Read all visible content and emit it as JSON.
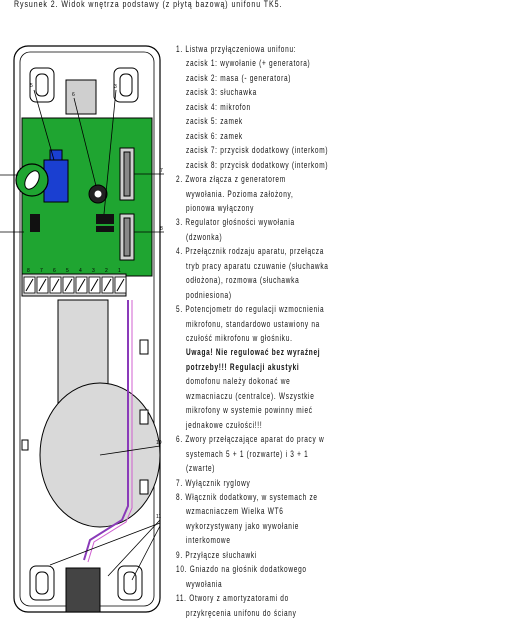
{
  "caption": "Rysunek 2. Widok wnętrza podstawy (z płytą bazową) unifonu TK5.",
  "legend": [
    {
      "text": "1. Listwa przyłączeniowa unifonu:",
      "indent": false,
      "bold": false
    },
    {
      "text": "zacisk 1: wywołanie (+ generatora)",
      "indent": true,
      "bold": false
    },
    {
      "text": "zacisk 2: masa (- generatora)",
      "indent": true,
      "bold": false
    },
    {
      "text": "zacisk 3: słuchawka",
      "indent": true,
      "bold": false
    },
    {
      "text": "zacisk 4: mikrofon",
      "indent": true,
      "bold": false
    },
    {
      "text": "zacisk 5: zamek",
      "indent": true,
      "bold": false
    },
    {
      "text": "zacisk 6: zamek",
      "indent": true,
      "bold": false
    },
    {
      "text": "zacisk 7: przycisk dodatkowy (interkom)",
      "indent": true,
      "bold": false
    },
    {
      "text": "zacisk 8: przycisk dodatkowy (interkom)",
      "indent": true,
      "bold": false
    },
    {
      "text": "2. Zwora złącza z generatorem",
      "indent": false,
      "bold": false
    },
    {
      "text": "wywołania. Pozioma założony,",
      "indent": true,
      "bold": false
    },
    {
      "text": "pionowa wyłączony",
      "indent": true,
      "bold": false
    },
    {
      "text": "3. Regulator głośności wywołania",
      "indent": false,
      "bold": false
    },
    {
      "text": "(dzwonka)",
      "indent": true,
      "bold": false
    },
    {
      "text": "4. Przełącznik rodzaju aparatu, przełącza",
      "indent": false,
      "bold": false
    },
    {
      "text": "tryb pracy aparatu czuwanie (słuchawka",
      "indent": true,
      "bold": false
    },
    {
      "text": "odłożona), rozmowa (słuchawka",
      "indent": true,
      "bold": false
    },
    {
      "text": "podniesiona)",
      "indent": true,
      "bold": false
    },
    {
      "text": "5. Potencjometr do regulacji wzmocnienia",
      "indent": false,
      "bold": false
    },
    {
      "text": "mikrofonu, standardowo ustawiony na",
      "indent": true,
      "bold": false
    },
    {
      "text": "czułość mikrofonu w głośniku.",
      "indent": true,
      "bold": false
    },
    {
      "text": "Uwaga! Nie regulować bez wyraźnej",
      "indent": true,
      "bold": true
    },
    {
      "text": "potrzeby!!! Regulacji akustyki",
      "indent": true,
      "bold": true
    },
    {
      "text": "domofonu należy dokonać we",
      "indent": true,
      "bold": false
    },
    {
      "text": "wzmacniaczu (centralce). Wszystkie",
      "indent": true,
      "bold": false
    },
    {
      "text": "mikrofony w systemie powinny mieć",
      "indent": true,
      "bold": false
    },
    {
      "text": "jednakowe czułości!!!",
      "indent": true,
      "bold": false
    },
    {
      "text": "6. Zwory przełączające aparat do pracy w",
      "indent": false,
      "bold": false
    },
    {
      "text": "systemach 5 + 1 (rozwarte) i 3 + 1",
      "indent": true,
      "bold": false
    },
    {
      "text": "(zwarte)",
      "indent": true,
      "bold": false
    },
    {
      "text": "7. Wyłącznik ryglowy",
      "indent": false,
      "bold": false
    },
    {
      "text": "8. Włącznik dodatkowy, w systemach ze",
      "indent": false,
      "bold": false
    },
    {
      "text": "wzmacniaczem Wielka WT6",
      "indent": true,
      "bold": false
    },
    {
      "text": "wykorzystywany jako wywołanie",
      "indent": true,
      "bold": false
    },
    {
      "text": "interkomowe",
      "indent": true,
      "bold": false
    },
    {
      "text": "9. Przyłącze słuchawki",
      "indent": false,
      "bold": false
    },
    {
      "text": "10. Gniazdo na głośnik dodatkowego",
      "indent": false,
      "bold": false
    },
    {
      "text": "wywołania",
      "indent": true,
      "bold": false
    },
    {
      "text": "11. Otwory z amortyzatorami do",
      "indent": false,
      "bold": false
    },
    {
      "text": "przykręcenia unifonu do ściany",
      "indent": true,
      "bold": false
    }
  ],
  "figure": {
    "callouts": [
      "1",
      "2",
      "3",
      "4",
      "5",
      "6",
      "7",
      "8",
      "9",
      "10",
      "11"
    ],
    "terminal_numbers": [
      "8",
      "7",
      "6",
      "5",
      "4",
      "3",
      "2",
      "1"
    ],
    "colors": {
      "pcb": "#1fa531",
      "blue_part": "#1a3fd1",
      "outline": "#000000",
      "housing": "#ffffff"
    }
  }
}
